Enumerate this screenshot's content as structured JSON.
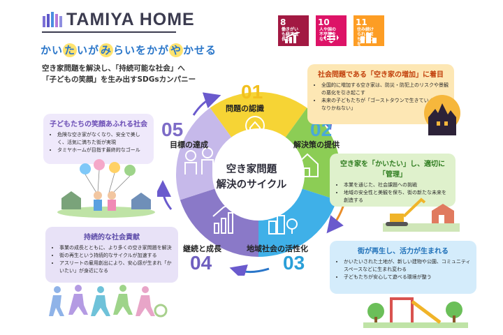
{
  "brand": {
    "name": "TAMIYA HOME"
  },
  "tagline": {
    "parts": [
      "かい",
      "た",
      "いが",
      "み",
      "らいをかが",
      "や",
      "かせる"
    ]
  },
  "intro": {
    "lines": "空き家問題を解決し、「持続可能な社会」へ\n「子どもの笑顔」を生み出すSDGsカンパニー"
  },
  "sdgs": [
    {
      "num": "8",
      "title": "働きがいも経済成長も",
      "color": "#a21942"
    },
    {
      "num": "10",
      "title": "人や国の不平等をなくそう",
      "color": "#dd1367"
    },
    {
      "num": "11",
      "title": "住み続けられるまちづくりを",
      "color": "#fd9d24"
    }
  ],
  "center": {
    "title": "空き家問題\n解決のサイクル"
  },
  "steps": [
    {
      "num": "01",
      "label": "問題の認識",
      "color": "#f6d435"
    },
    {
      "num": "02",
      "label": "解決策の提供",
      "color": "#8ccd55"
    },
    {
      "num": "03",
      "label": "地域社会の活性化",
      "color": "#3fb0e8"
    },
    {
      "num": "04",
      "label": "継続と成長",
      "color": "#8a79c8"
    },
    {
      "num": "05",
      "label": "目標の達成",
      "color": "#b8a9e0"
    }
  ],
  "boxes": {
    "problem": {
      "title": "社会問題である「空き家の増加」に着目",
      "items": [
        "全国的に増加する空き家は、防災・防犯上のリスクや景観の悪化を引き起こす",
        "未来の子どもたちが「ゴーストタウンで生きていくことになりかねない」"
      ]
    },
    "solution": {
      "title": "空き家を「かいたい」し、適切に「管理」",
      "items": [
        "本業を通じた、社会課題への挑戦",
        "地域の安全性と美観を保ち、街の新たな未来を創造する"
      ]
    },
    "revival": {
      "title": "街が再生し、活力が生まれる",
      "items": [
        "かいたいされた土地が、新しい建物や公園、コミュニティスペースなどに生まれ変わる",
        "子どもたちが安心して遊べる環境が整う"
      ]
    },
    "growth": {
      "title": "持続的な社会貢献",
      "items": [
        "事業の成長とともに、より多くの空き家問題を解決",
        "街の再生という持続的なサイクルが加速する",
        "アスリートの雇用創出により、安心感が生まれ「かいたい」が身近になる"
      ]
    },
    "goal": {
      "title": "子どもたちの笑顔あふれる社会",
      "items": [
        "危険な空き家がなくなり、安全で美しく、活気に満ちた街が実現",
        "タミヤホームが目指す最終的なゴール"
      ]
    }
  },
  "colors": {
    "accent": "#2a76c9",
    "highlight": "#ffe36e",
    "arrow": "#6a5acd"
  }
}
